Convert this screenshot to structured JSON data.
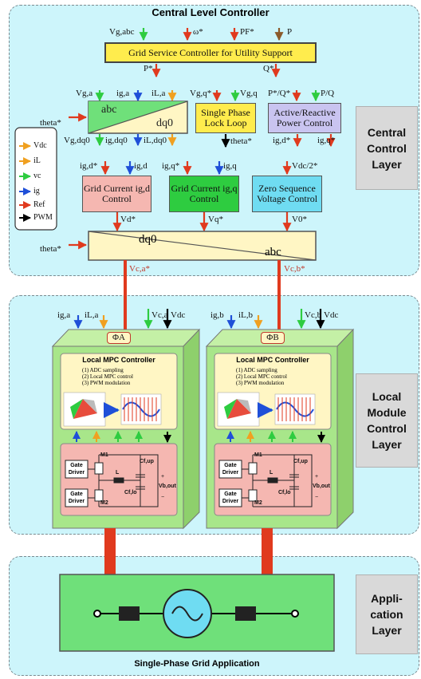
{
  "central": {
    "title": "Central Level Controller",
    "layer_label": "Central Control Layer",
    "top_inputs": [
      "Vg,abc",
      "ω*",
      "PF*",
      "P"
    ],
    "grid_service_box": "Grid Service Controller for Utility Support",
    "pstar": "P*",
    "qstar": "Q*",
    "abc_in": [
      "Vg,a",
      "ig,a",
      "iL,a"
    ],
    "abc_out": [
      "Vg,dq0",
      "ig,dq0",
      "iL,dq0"
    ],
    "abc_text": "abc",
    "dq0_text": "dq0",
    "theta": "theta*",
    "pll_in": [
      "Vg,q*",
      "Vg,q"
    ],
    "pll_box": "Single Phase Lock Loop",
    "pll_out": "theta*",
    "pq_in": [
      "P*/Q*",
      "P/Q"
    ],
    "pq_box": "Active/Reactive Power Control",
    "pq_out": [
      "ig,d*",
      "ig,q*"
    ],
    "ctrl_in_d": [
      "ig,d*",
      "ig,d"
    ],
    "ctrl_in_q": [
      "ig,q*",
      "ig,q"
    ],
    "ctrl_in_z": "Vdc/2*",
    "ctrl_d": "Grid Current ig,d Control",
    "ctrl_q": "Grid Current ig,q Control",
    "ctrl_z": "Zero Sequence Voltage Control",
    "ctrl_out": [
      "Vd*",
      "Vq*",
      "V0*"
    ],
    "inv_dq0": "dq0",
    "inv_abc": "abc",
    "inv_theta": "theta*",
    "vca": "Vc,a*",
    "vcb": "Vc,b*",
    "legend": [
      "Vdc",
      "iL",
      "vc",
      "ig",
      "Ref",
      "PWM"
    ]
  },
  "local": {
    "layer_label": "Local Module Control Layer",
    "module_a": {
      "inputs": [
        "ig,a",
        "iL,a",
        "Vc,a",
        "Vdc"
      ],
      "phase": "ΦA"
    },
    "module_b": {
      "inputs": [
        "ig,b",
        "iL,b",
        "Vc,b",
        "Vdc"
      ],
      "phase": "ΦB"
    },
    "mpc_title": "Local MPC Controller",
    "mpc_steps": [
      "(1) ADC sampling",
      "(2) Local MPC control",
      "(3) PWM modulation"
    ],
    "gate_driver": "Gate Driver",
    "m1": "M1",
    "m2": "M2",
    "l": "L",
    "cf_up": "Cf,up",
    "cf_lo": "Cf,lo",
    "vb_out": "Vb,out",
    "plus": "+",
    "minus": "−"
  },
  "application": {
    "layer_label": "Appli- cation Layer",
    "title": "Single-Phase Grid Application"
  },
  "colors": {
    "panel": "#cdf5fb",
    "vdc": "#f0a020",
    "il": "#f0a020",
    "vc": "#2ecc40",
    "ig": "#1f4fd8",
    "ref": "#e03a1e",
    "pwm": "#000000",
    "grid_service_fill": "#ffec4d",
    "transform_fill": "#fff6c4",
    "current_ctrl_fill": "#f5b7b1",
    "q_ctrl_fill": "#2ecc40",
    "zero_seq_fill": "#6fdcf2",
    "pq_fill": "#c9c4f0",
    "module_fill": "#a8e68a",
    "app_fill": "#6fe07a",
    "sine_fill": "#6fdcf2",
    "bus_red": "#e03a1e"
  }
}
